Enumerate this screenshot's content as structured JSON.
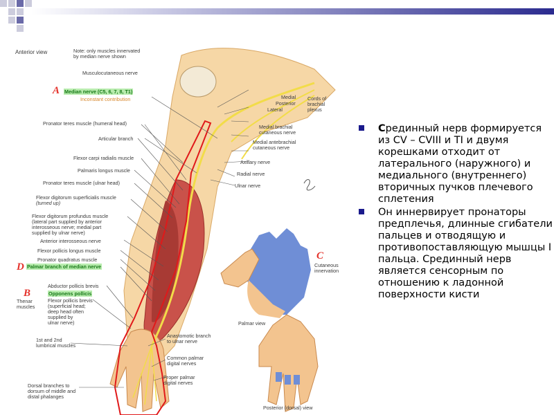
{
  "slide": {
    "accent_color": "#2b2b8f",
    "bullets": [
      {
        "lead": "С",
        "text": "рединный нерв формируется из CV – CVIII и TI и двумя корешками отходит от латерального (наружного) и медиального (внутреннего) вторичных пучков плечевого сплетения"
      },
      {
        "lead": "",
        "text": "Он иннервирует пронаторы предплечья, длинные сгибатели пальцев и отводящую и противопоставляющую мышцы I пальца. Срединный нерв является сенсорным по отношению к ладонной поверхности кисти"
      }
    ]
  },
  "figure": {
    "view_title": "Anterior view",
    "note": "Note: only muscles innervated\nby median nerve shown",
    "letters": {
      "a": "A",
      "b": "B",
      "c": "C",
      "d": "D"
    },
    "median_nerve": "Median nerve (C5, 6, 7, 8, T1)",
    "inconstant": "Inconstant contribution",
    "labels": {
      "musculocutaneous": "Musculocutaneous nerve",
      "medial": "Medial",
      "posterior": "Posterior",
      "lateral": "Lateral",
      "cords": "Cords of\nbrachial\nplexus",
      "medial_brachial": "Medial brachial\ncutaneous nerve",
      "medial_antebrachial": "Medial antebrachial\ncutaneous nerve",
      "axillary": "Axillary nerve",
      "radial": "Radial nerve",
      "ulnar": "Ulnar nerve",
      "pronator_teres_humeral": "Pronator teres muscle (humeral head)",
      "articular_branch": "Articular branch",
      "flexor_carpi_radialis": "Flexor carpi radialis muscle",
      "palmaris_longus": "Palmaris longus muscle",
      "pronator_teres_ulnar": "Pronator teres muscle (ulnar head)",
      "fds": "Flexor digitorum superficialis muscle",
      "turned_up": "(turned up)",
      "fdp": "Flexor digitorum profundus muscle\n(lateral part supplied by anterior\ninterosseous nerve; medial part\nsupplied by ulnar nerve)",
      "anterior_interosseous": "Anterior interosseous nerve",
      "fpl": "Flexor pollicis longus muscle",
      "pronator_quadratus": "Pronator quadratus muscle",
      "palmar_branch": "Palmar branch of median nerve",
      "abductor_pollicis": "Abductor pollicis brevis",
      "opponens": "Opponens pollicis",
      "fpb": "Flexor pollicis brevis\n(superficial head;\ndeep head often\nsupplied by\nulnar nerve)",
      "thenar": "Thenar\nmuscles",
      "lumbricals": "1st and 2nd\nlumbrical muscles",
      "anastomotic": "Anastomotic branch\nto ulnar nerve",
      "common_palmar": "Common palmar\ndigital nerves",
      "proper_palmar": "Proper palmar\ndigital nerves",
      "dorsal_branches": "Dorsal branches to\ndorsum of middle and\ndistal phalanges",
      "cutaneous": "Cutaneous\ninnervation",
      "palmar_view": "Palmar view",
      "posterior_view": "Posterior (dorsal) view"
    }
  }
}
